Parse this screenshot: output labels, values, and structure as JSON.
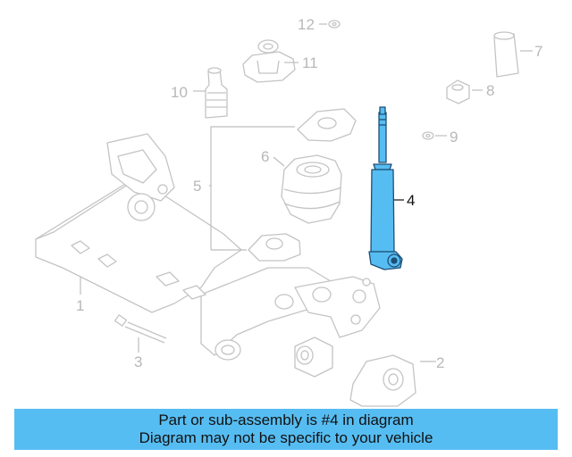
{
  "diagram": {
    "callouts": [
      {
        "id": "1",
        "label": "1",
        "highlight": false
      },
      {
        "id": "2",
        "label": "2",
        "highlight": false
      },
      {
        "id": "3",
        "label": "3",
        "highlight": false
      },
      {
        "id": "4",
        "label": "4",
        "highlight": true
      },
      {
        "id": "5",
        "label": "5",
        "highlight": false
      },
      {
        "id": "6",
        "label": "6",
        "highlight": false
      },
      {
        "id": "7",
        "label": "7",
        "highlight": false
      },
      {
        "id": "8",
        "label": "8",
        "highlight": false
      },
      {
        "id": "9",
        "label": "9",
        "highlight": false
      },
      {
        "id": "10",
        "label": "10",
        "highlight": false
      },
      {
        "id": "11",
        "label": "11",
        "highlight": false
      },
      {
        "id": "12",
        "label": "12",
        "highlight": false
      }
    ],
    "highlight_color": "#56bdf2",
    "outline_color": "#c4c4c4"
  },
  "banner": {
    "line1": "Part or sub-assembly is #4 in diagram",
    "line2": "Diagram may not be specific to your vehicle",
    "background": "#56bdf2"
  }
}
